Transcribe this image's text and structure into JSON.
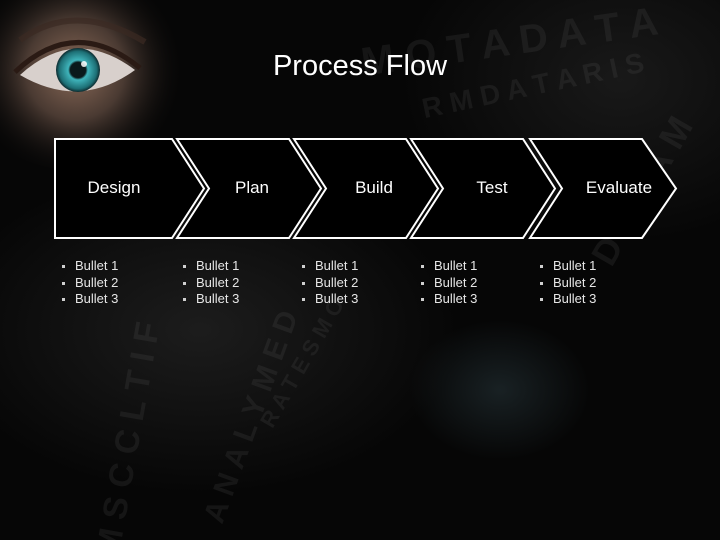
{
  "title": "Process Flow",
  "stages": [
    {
      "label": "Design",
      "bullets": [
        "Bullet 1",
        "Bullet 2",
        "Bullet 3"
      ]
    },
    {
      "label": "Plan",
      "bullets": [
        "Bullet 1",
        "Bullet 2",
        "Bullet 3"
      ]
    },
    {
      "label": "Build",
      "bullets": [
        "Bullet 1",
        "Bullet 2",
        "Bullet 3"
      ]
    },
    {
      "label": "Test",
      "bullets": [
        "Bullet 1",
        "Bullet 2",
        "Bullet 3"
      ]
    },
    {
      "label": "Evaluate",
      "bullets": [
        "Bullet 1",
        "Bullet 2",
        "Bullet 3"
      ]
    }
  ],
  "colors": {
    "background": "#060606",
    "text": "#ffffff",
    "outline": "#ffffff",
    "iris": "#2a8a90"
  },
  "decoration": "eye-image"
}
